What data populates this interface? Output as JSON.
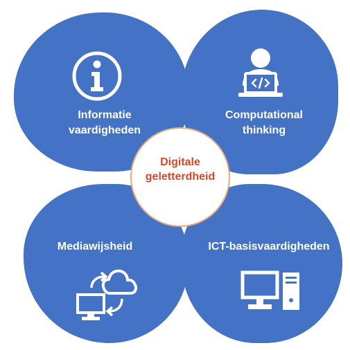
{
  "center": {
    "line1": "Digitale",
    "line2": "geletterdheid"
  },
  "quadrants": [
    {
      "line1": "Informatie",
      "line2": "vaardigheden",
      "icon": "info-icon"
    },
    {
      "line1": "Computational",
      "line2": "thinking",
      "icon": "person-laptop-icon"
    },
    {
      "line1": "Mediawijsheid",
      "line2": "",
      "icon": "cloud-sync-icon"
    },
    {
      "line1": "ICT-basisvaardigheden",
      "line2": "",
      "icon": "desktop-computer-icon"
    }
  ],
  "colors": {
    "petal": "#4472c4",
    "center_text": "#d2492a",
    "center_border": "#e9a97e"
  }
}
